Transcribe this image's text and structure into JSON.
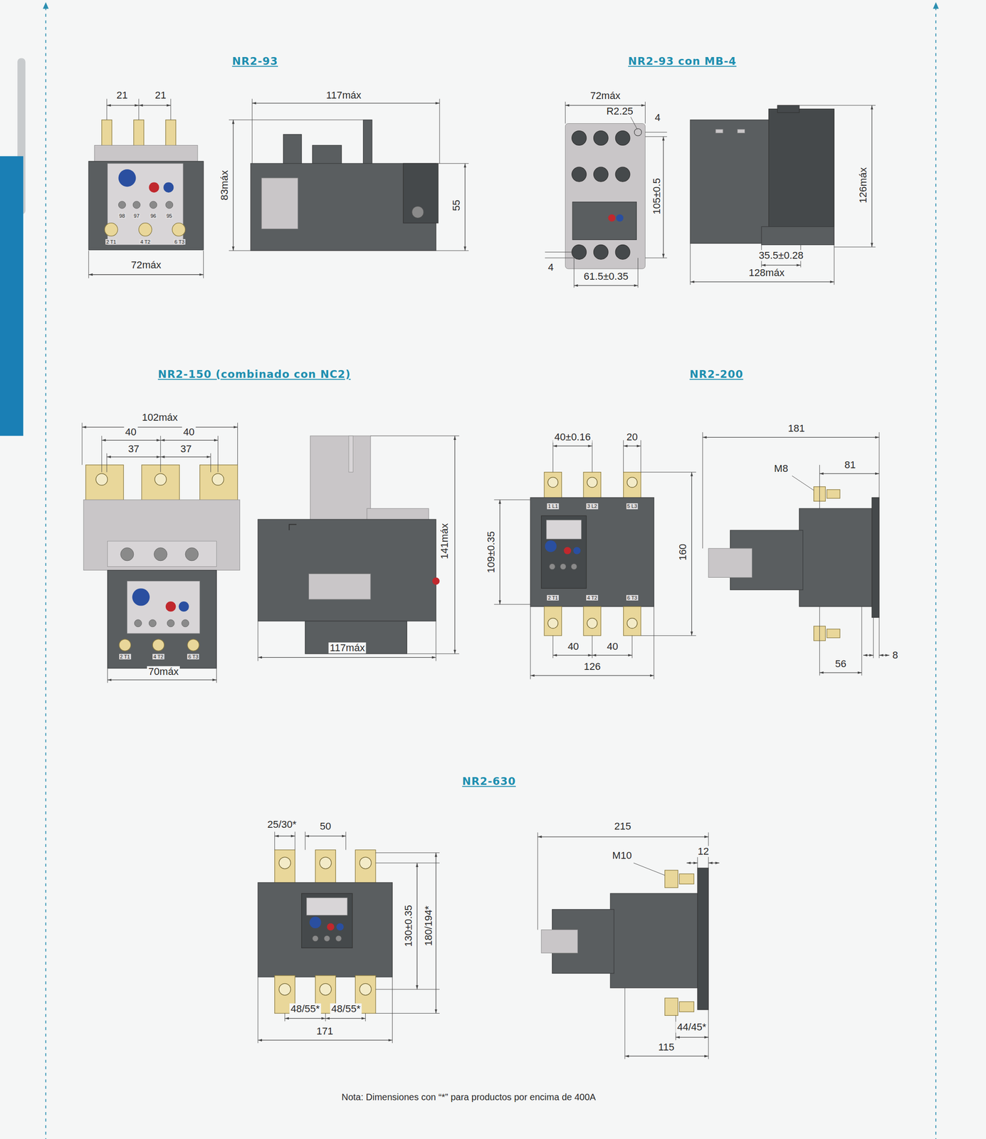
{
  "diagram": {
    "labels": [
      "NR2-93",
      "21",
      "21",
      "117máx",
      "83máx",
      "55",
      "98",
      "97",
      "96",
      "95",
      "2 T1",
      "4 T2",
      "6 T3",
      "72máx",
      "NR2-93 con MB-4",
      "72máx",
      "R2.25",
      "4",
      "105±0.5",
      "4",
      "61.5±0.35",
      "126máx",
      "35.5±0.28",
      "128máx",
      "NR2-150 (combinado con NC2)",
      "102máx",
      "40",
      "40",
      "37",
      "37",
      "2 T1",
      "4 T2",
      "6 T3",
      "141máx",
      "117máx",
      "70máx",
      "NR2-200",
      "40±0.16",
      "20",
      "1 L1",
      "3 L2",
      "5 L3",
      "109±0.35",
      "160",
      "2 T1",
      "4 T2",
      "6 T3",
      "40",
      "40",
      "126",
      "181",
      "M8",
      "81",
      "8",
      "56",
      "NR2-630",
      "25/30*",
      "50",
      "130±0.35",
      "180/194*",
      "48/55*",
      "48/55*",
      "171",
      "215",
      "M10",
      "12",
      "44/45*",
      "115",
      "Nota: Dimensiones con “*” para productos por encima de 400A"
    ]
  }
}
